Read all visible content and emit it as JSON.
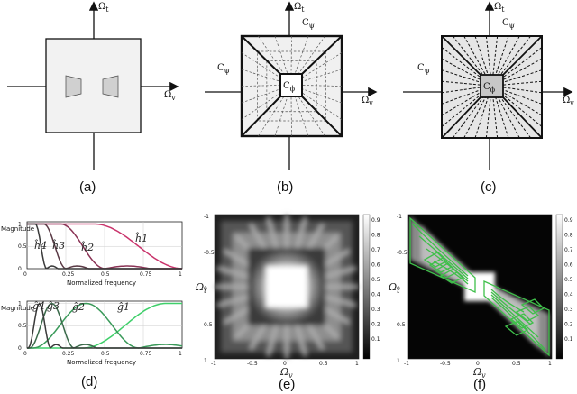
{
  "panels": {
    "a": {
      "caption": "(a)"
    },
    "b": {
      "caption": "(b)",
      "label_left": "C",
      "label_left_sub": "ψ",
      "label_top": "C",
      "label_top_sub": "ψ",
      "label_center": "C",
      "label_center_sub": "ϕ"
    },
    "c": {
      "caption": "(c)",
      "label_left": "C",
      "label_left_sub": "ψ",
      "label_top": "C",
      "label_top_sub": "ψ",
      "label_center": "C",
      "label_center_sub": "ϕ"
    },
    "d": {
      "caption": "(d)"
    },
    "e": {
      "caption": "(e)"
    },
    "f": {
      "caption": "(f)"
    }
  },
  "axes": {
    "omega_t": "Ω",
    "omega_t_sub": "t",
    "omega_v": "Ω",
    "omega_v_sub": "v"
  },
  "plot_d": {
    "ylabel": "Magnitude",
    "xlabel": "Normalized frequency",
    "yticks": [
      "1",
      "0.5",
      "0"
    ],
    "xticks": [
      "0",
      "0.25",
      "0.5",
      "0.75",
      "1"
    ],
    "top_labels": [
      "ĥ4",
      "ĥ3",
      "ĥ2",
      "ĥ1"
    ],
    "bottom_labels": [
      "ĝ4",
      "ĝ3",
      "ĝ2",
      "ĝ1"
    ],
    "colors": {
      "h": "#c9336b",
      "g": "#3fcf6a"
    }
  },
  "plot_ef": {
    "ylabel": "Ω",
    "ylabel_sub": "t",
    "xlabel": "Ω",
    "xlabel_sub": "v",
    "yticks": [
      "-1",
      "-0.5",
      "0",
      "0.5",
      "1"
    ],
    "xticks": [
      "-1",
      "-0.5",
      "0",
      "0.5",
      "1"
    ],
    "colorbar_ticks": [
      "0.9",
      "0.8",
      "0.7",
      "0.6",
      "0.5",
      "0.4",
      "0.3",
      "0.2",
      "0.1"
    ]
  }
}
